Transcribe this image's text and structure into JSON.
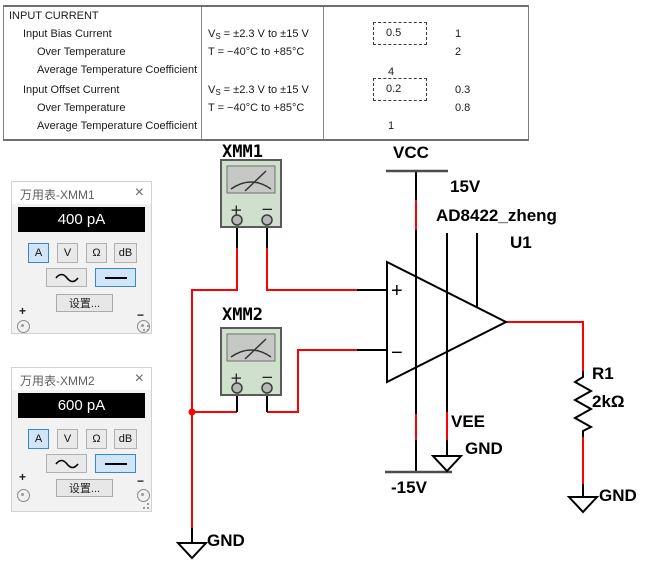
{
  "colors": {
    "wire_red": "#ff0000",
    "schematic_black": "#000000",
    "rail_gray": "#4d4d4d",
    "meter_body_green": "#cfe0cc",
    "selected_button_bg": "#cfe6f8",
    "selected_button_border": "#3e85c7",
    "display_bg": "#000000",
    "display_text": "#ffffff"
  },
  "icons": {
    "close": "×"
  },
  "spec_table": {
    "cond_vs_pre": "V",
    "cond_vs_sub": "S",
    "cond_vs_post": "= ±2.3 V to ±15 V",
    "cond_temp": "T = −40°C to +85°C",
    "rows": [
      {
        "param": "INPUT CURRENT"
      },
      {
        "param": "Input Bias Current",
        "boxed_value": "0.5",
        "value2": "1"
      },
      {
        "param": "Over Temperature",
        "value2": "2"
      },
      {
        "param": "Average Temperature Coefficient",
        "value1": "4"
      },
      {
        "param": "Input Offset Current",
        "boxed_value": "0.2",
        "value2": "0.3"
      },
      {
        "param": "Over Temperature",
        "value2": "0.8"
      },
      {
        "param": "Average Temperature Coefficient",
        "value1": "1"
      }
    ]
  },
  "meters": [
    {
      "window_title": "万用表-XMM1",
      "reading": "400 pA",
      "buttons": {
        "ampere": "A",
        "volt": "V",
        "ohm": "Ω",
        "db": "dB"
      },
      "settings_label": "设置...",
      "plus": "+",
      "minus": "−",
      "schematic_label": "XMM1"
    },
    {
      "window_title": "万用表-XMM2",
      "reading": "600 pA",
      "buttons": {
        "ampere": "A",
        "volt": "V",
        "ohm": "Ω",
        "db": "dB"
      },
      "settings_label": "设置...",
      "plus": "+",
      "minus": "−",
      "schematic_label": "XMM2"
    }
  ],
  "schematic": {
    "vcc_label": "VCC",
    "vcc_value": "15V",
    "part_name": "AD8422_zheng",
    "part_ref": "U1",
    "opamp_plus": "+",
    "opamp_minus": "−",
    "meter_icon_plus": "+",
    "meter_icon_minus": "−",
    "vee_label": "VEE",
    "vee_gnd_label": "GND",
    "vee_value": "-15V",
    "res_ref": "R1",
    "res_value": "2kΩ",
    "output_gnd_label": "GND",
    "input_gnd_label": "GND"
  }
}
